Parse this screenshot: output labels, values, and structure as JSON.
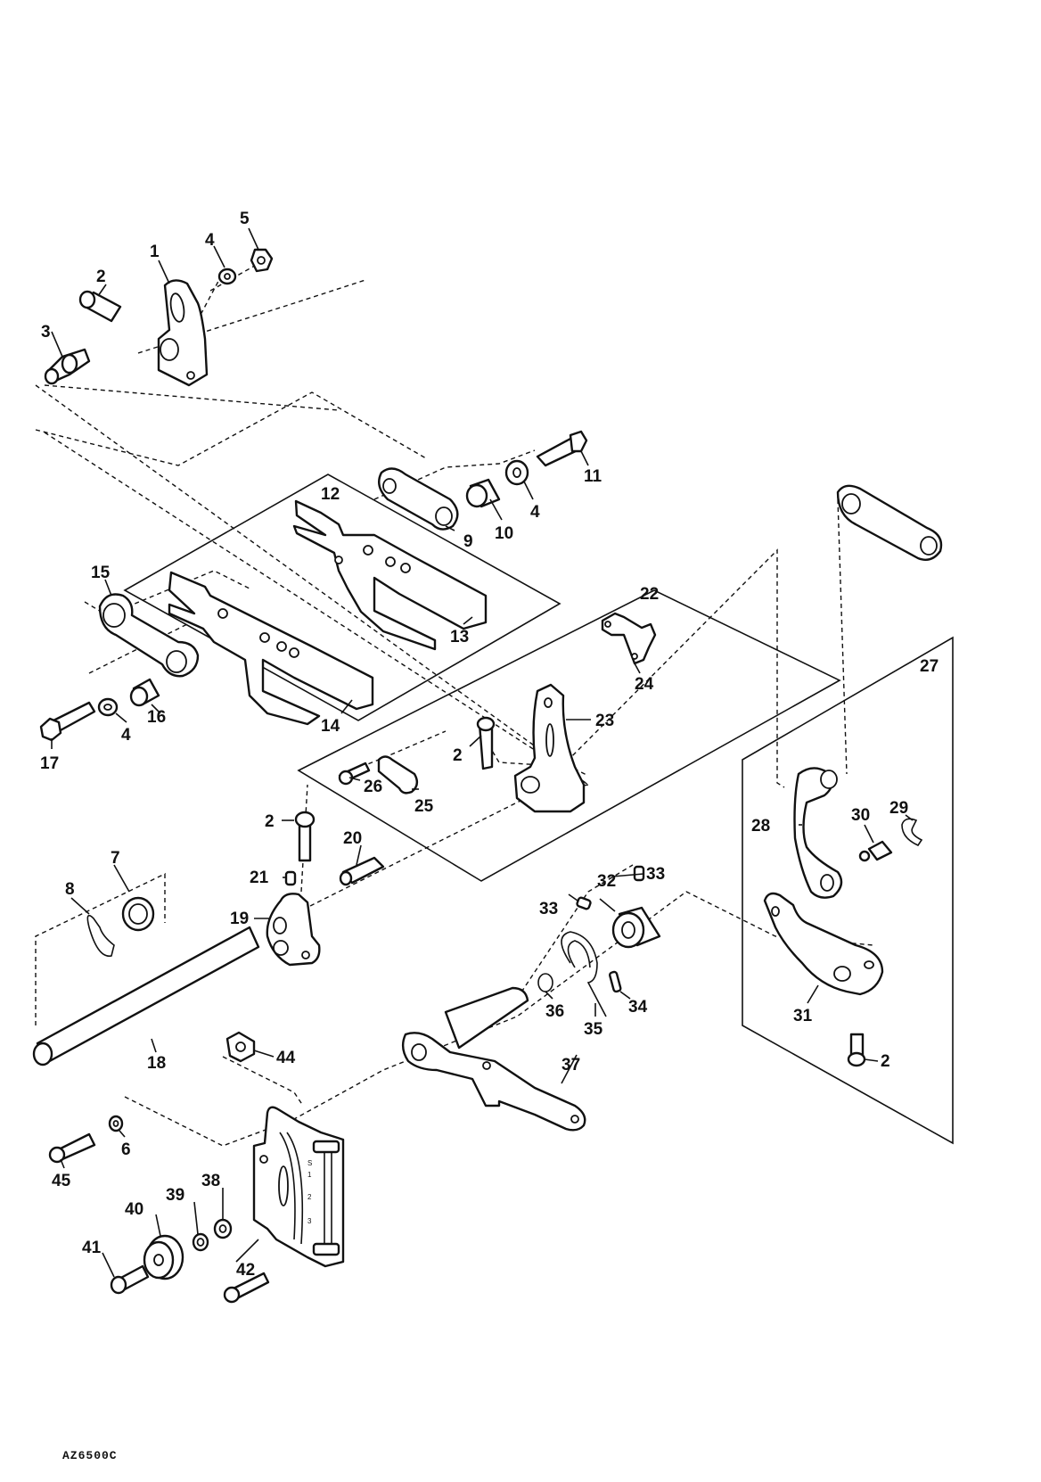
{
  "figure": {
    "type": "exploded parts diagram",
    "id_label": "AZ6500C"
  },
  "callouts": [
    {
      "id": "c1",
      "number": "1",
      "part": "lever-arm"
    },
    {
      "id": "c2a",
      "number": "2",
      "part": "socket-cap-screw"
    },
    {
      "id": "c3",
      "number": "3",
      "part": "stud-pin"
    },
    {
      "id": "c4a",
      "number": "4",
      "part": "washer"
    },
    {
      "id": "c5",
      "number": "5",
      "part": "hex-nut"
    },
    {
      "id": "c9",
      "number": "9",
      "part": "link"
    },
    {
      "id": "c10",
      "number": "10",
      "part": "bushing"
    },
    {
      "id": "c4b",
      "number": "4",
      "part": "washer"
    },
    {
      "id": "c11",
      "number": "11",
      "part": "hex-bolt"
    },
    {
      "id": "c12",
      "number": "12",
      "part": "feed-bar-assembly"
    },
    {
      "id": "c13",
      "number": "13",
      "part": "feed-bar"
    },
    {
      "id": "c15",
      "number": "15",
      "part": "connecting-link"
    },
    {
      "id": "c14",
      "number": "14",
      "part": "feed-bar"
    },
    {
      "id": "c16",
      "number": "16",
      "part": "bushing"
    },
    {
      "id": "c4c",
      "number": "4",
      "part": "washer"
    },
    {
      "id": "c17",
      "number": "17",
      "part": "hex-bolt"
    },
    {
      "id": "c22",
      "number": "22",
      "part": "crank-assembly"
    },
    {
      "id": "c24",
      "number": "24",
      "part": "crank-block"
    },
    {
      "id": "c23",
      "number": "23",
      "part": "slotted-crank"
    },
    {
      "id": "c2b",
      "number": "2",
      "part": "socket-cap-screw"
    },
    {
      "id": "c26",
      "number": "26",
      "part": "slotted-screw"
    },
    {
      "id": "c25",
      "number": "25",
      "part": "plate"
    },
    {
      "id": "c27",
      "number": "27",
      "part": "link-assembly"
    },
    {
      "id": "c28",
      "number": "28",
      "part": "link"
    },
    {
      "id": "c29",
      "number": "29",
      "part": "e-ring"
    },
    {
      "id": "c30",
      "number": "30",
      "part": "stud"
    },
    {
      "id": "c31",
      "number": "31",
      "part": "crank-arm"
    },
    {
      "id": "c2c",
      "number": "2",
      "part": "socket-cap-screw"
    },
    {
      "id": "c2d",
      "number": "2",
      "part": "socket-cap-screw"
    },
    {
      "id": "c20",
      "number": "20",
      "part": "pin"
    },
    {
      "id": "c21",
      "number": "21",
      "part": "set-screw"
    },
    {
      "id": "c19",
      "number": "19",
      "part": "clamp-crank"
    },
    {
      "id": "c8",
      "number": "8",
      "part": "e-ring"
    },
    {
      "id": "c7",
      "number": "7",
      "part": "washer"
    },
    {
      "id": "c18",
      "number": "18",
      "part": "shaft"
    },
    {
      "id": "c44",
      "number": "44",
      "part": "square-nut"
    },
    {
      "id": "c32",
      "number": "32",
      "part": "collar"
    },
    {
      "id": "c33a",
      "number": "33",
      "part": "set-screw"
    },
    {
      "id": "c33b",
      "number": "33",
      "part": "set-screw"
    },
    {
      "id": "c36",
      "number": "36",
      "part": "o-ring"
    },
    {
      "id": "c35",
      "number": "35",
      "part": "torsion-spring"
    },
    {
      "id": "c34",
      "number": "34",
      "part": "spring-pin"
    },
    {
      "id": "c37",
      "number": "37",
      "part": "lever-shaft"
    },
    {
      "id": "c45",
      "number": "45",
      "part": "phillips-screw"
    },
    {
      "id": "c6",
      "number": "6",
      "part": "washer"
    },
    {
      "id": "c38",
      "number": "38",
      "part": "washer"
    },
    {
      "id": "c39",
      "number": "39",
      "part": "washer"
    },
    {
      "id": "c40",
      "number": "40",
      "part": "knurled-knob"
    },
    {
      "id": "c41",
      "number": "41",
      "part": "slotted-screw"
    },
    {
      "id": "c42",
      "number": "42",
      "part": "scale-plate"
    }
  ],
  "scale_plate_marks": [
    "S",
    "1",
    "2",
    "3"
  ]
}
